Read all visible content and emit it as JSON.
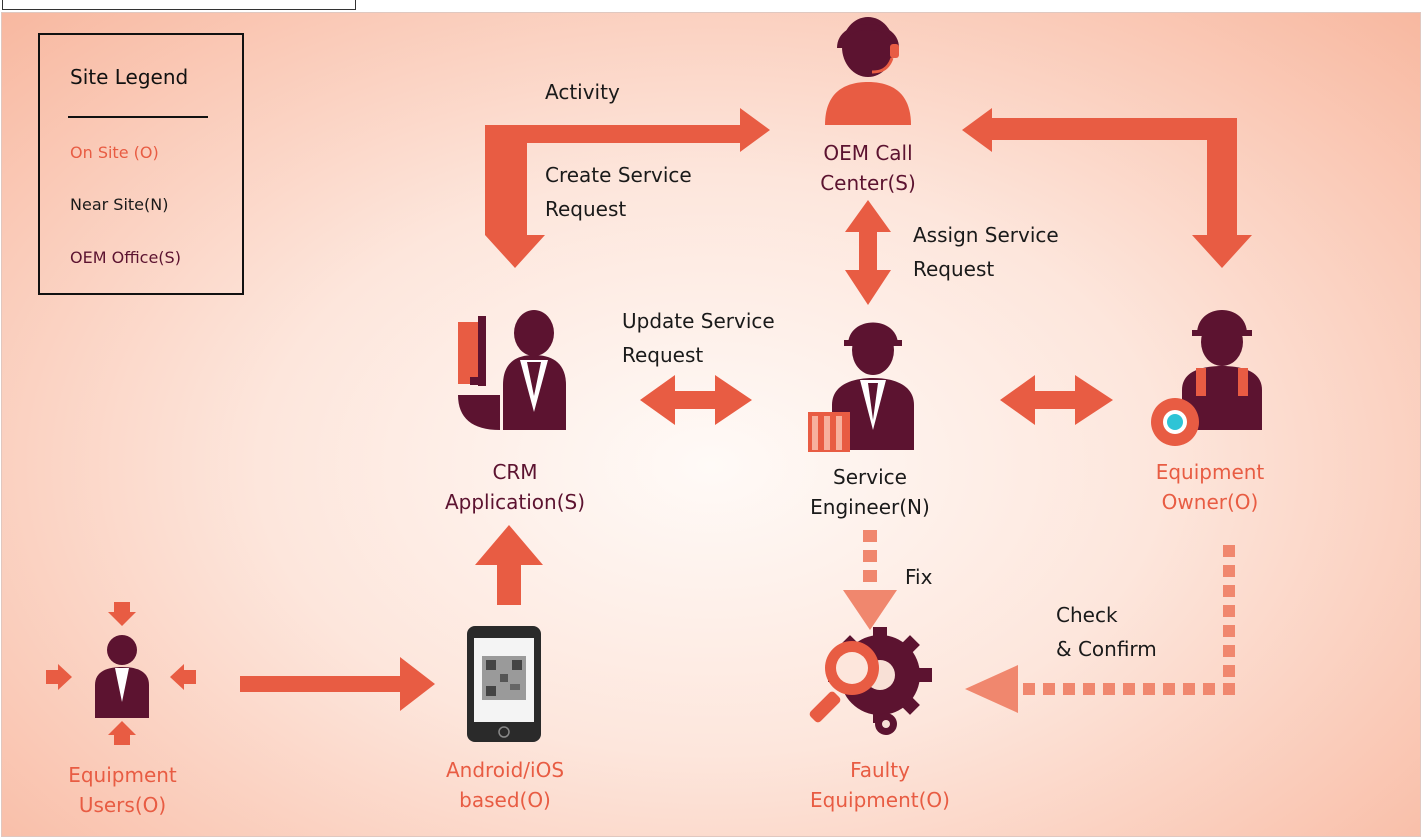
{
  "legend": {
    "title": "Site Legend",
    "items": [
      {
        "label": "On Site (O)",
        "color": "#e85c43"
      },
      {
        "label": "Near Site(N)",
        "color": "#1a1a1a"
      },
      {
        "label": "OEM Office(S)",
        "color": "#5c1330"
      }
    ]
  },
  "nodes": {
    "oem_call_center": {
      "line1": "OEM Call",
      "line2": "Center(S)"
    },
    "crm_application": {
      "line1": "CRM",
      "line2": "Application(S)"
    },
    "service_engineer": {
      "line1": "Service",
      "line2": "Engineer(N)"
    },
    "equipment_owner": {
      "line1": "Equipment",
      "line2": "Owner(O)"
    },
    "equipment_users": {
      "line1": "Equipment",
      "line2": "Users(O)"
    },
    "android_ios": {
      "line1": "Android/iOS",
      "line2": "based(O)"
    },
    "faulty_equipment": {
      "line1": "Faulty",
      "line2": "Equipment(O)"
    }
  },
  "edges": {
    "activity": "Activity",
    "create_request": {
      "line1": "Create Service",
      "line2": "Request"
    },
    "assign_request": {
      "line1": "Assign Service",
      "line2": "Request"
    },
    "update_request": {
      "line1": "Update Service",
      "line2": "Request"
    },
    "fix": "Fix",
    "check_confirm": {
      "line1": "Check",
      "line2": "& Confirm"
    }
  },
  "colors": {
    "arrow": "#e85c43",
    "arrow_light": "#f0876e",
    "figure_dark": "#5c1330",
    "figure_light": "#e85c43"
  }
}
